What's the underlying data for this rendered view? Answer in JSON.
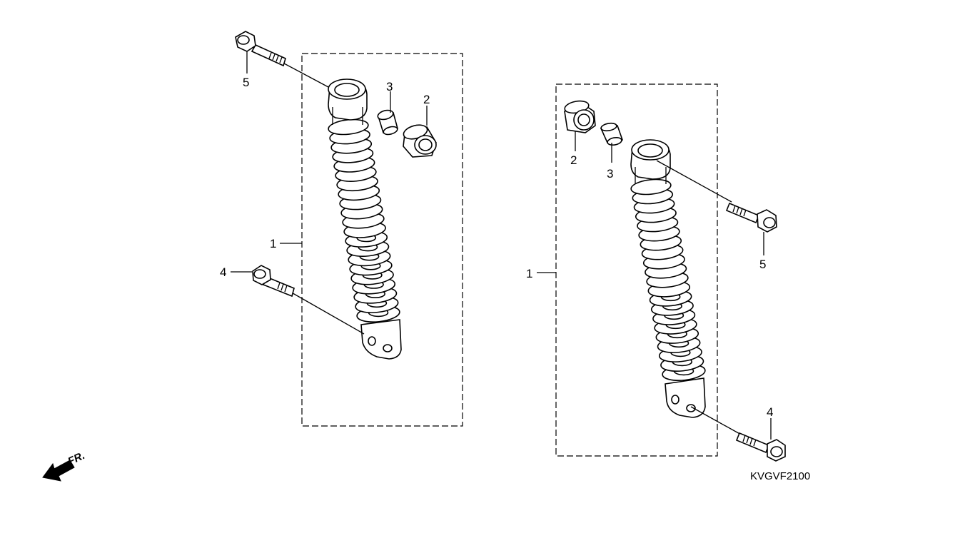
{
  "assemblies": [
    {
      "callouts": {
        "shock": "1",
        "bush": "2",
        "collar": "3",
        "lower_bolt": "4",
        "upper_bolt": "5"
      }
    },
    {
      "callouts": {
        "shock": "1",
        "bush": "2",
        "collar": "3",
        "lower_bolt": "4",
        "upper_bolt": "5"
      }
    }
  ],
  "front_indicator": {
    "label": "FR.",
    "icon": "front-arrow-icon"
  },
  "diagram_code": "KVGVF2100"
}
